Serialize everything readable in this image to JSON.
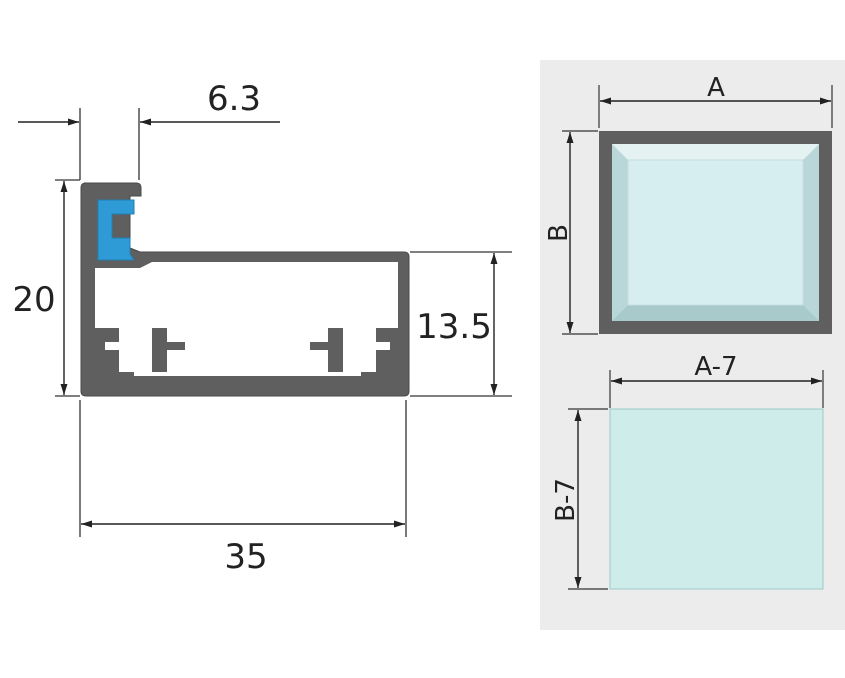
{
  "profile_dimensions": {
    "lip_width": "6.3",
    "overall_height": "20",
    "body_height": "13.5",
    "overall_width": "35"
  },
  "frame_view": {
    "width_label": "A",
    "height_label": "B"
  },
  "glass_view": {
    "width_label": "A-7",
    "height_label": "B-7"
  },
  "colors": {
    "profile_fill": "#5f5f5f",
    "profile_edge": "#4a4a4a",
    "gasket_blue": "#2f9bd6",
    "panel_background": "#ececec",
    "glass_fill": "#d7eef0",
    "glass_sheet_fill": "#cdecea",
    "glass_bevel": "#b9d7d8",
    "dimension_line": "#222222"
  }
}
